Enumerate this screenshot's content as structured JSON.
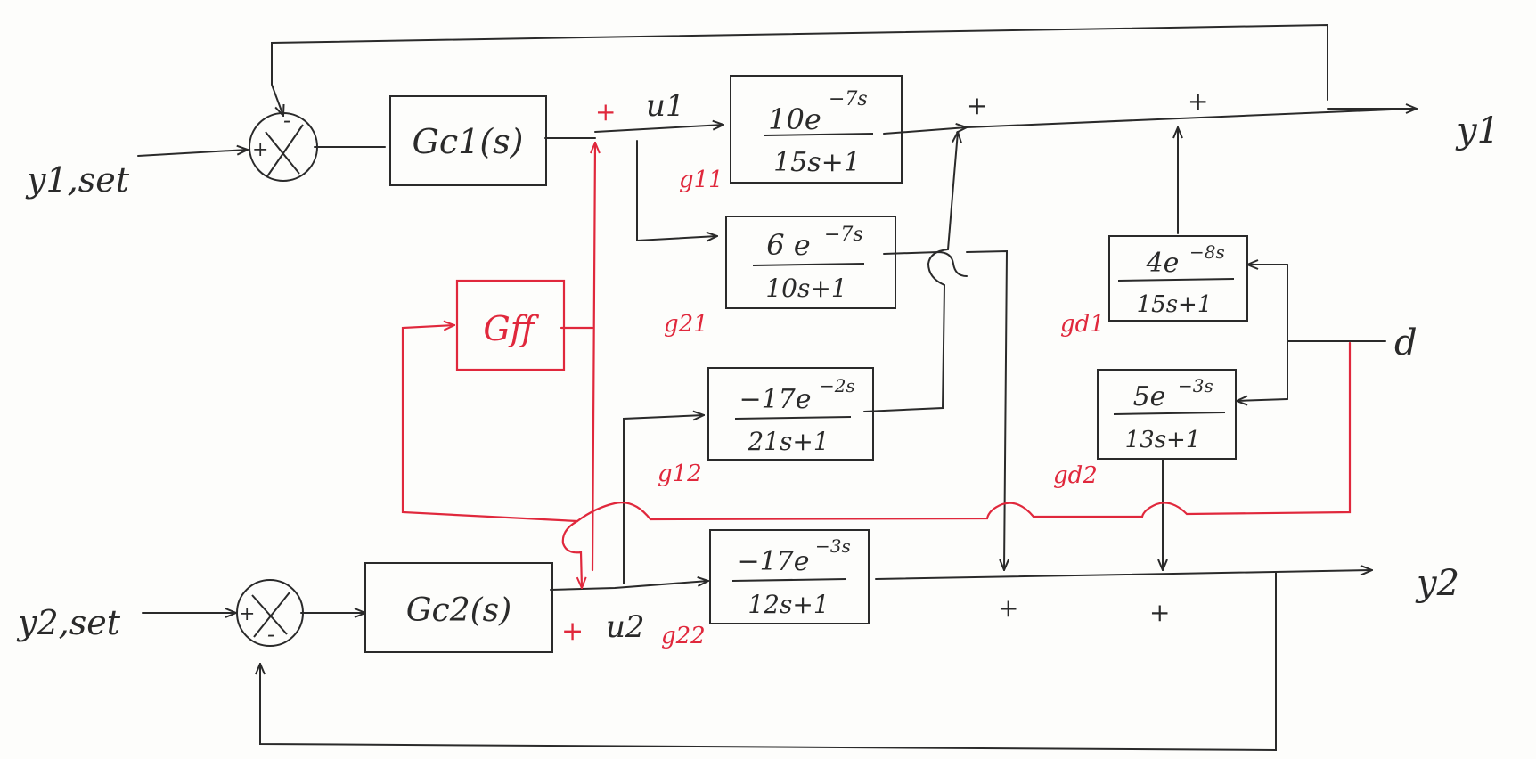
{
  "colors": {
    "ink": "#2a2a2a",
    "red": "#e0283c"
  },
  "signals": {
    "y1set": "y1,set",
    "y2set": "y2,set",
    "y1": "y1",
    "y2": "y2",
    "u1": "u1",
    "u2": "u2",
    "d": "d"
  },
  "summing_signs": {
    "top_plus": "+",
    "top_minus": "-",
    "bottom_plus": "+",
    "bottom_minus": "-"
  },
  "junction_signs": {
    "y1_sum_a": "+",
    "y1_sum_b": "+",
    "y2_sum_a": "+",
    "y2_sum_b": "+",
    "u1_plus": "+",
    "u2_plus": "+"
  },
  "controllers": {
    "gc1": "Gc1(s)",
    "gc2": "Gc2(s)",
    "gff": "Gff"
  },
  "blocks": {
    "g11": {
      "label": "g11",
      "num": "10e",
      "exp": "−7s",
      "den": "15s+1"
    },
    "g21": {
      "label": "g21",
      "num": "6 e",
      "exp": "−7s",
      "den": "10s+1"
    },
    "g12": {
      "label": "g12",
      "num": "−17e",
      "exp": "−2s",
      "den": "21s+1"
    },
    "g22": {
      "label": "g22",
      "num": "−17e",
      "exp": "−3s",
      "den": "12s+1"
    },
    "gd1": {
      "label": "gd1",
      "num": "4e",
      "exp": "−8s",
      "den": "15s+1"
    },
    "gd2": {
      "label": "gd2",
      "num": "5e",
      "exp": "−3s",
      "den": "13s+1"
    }
  }
}
